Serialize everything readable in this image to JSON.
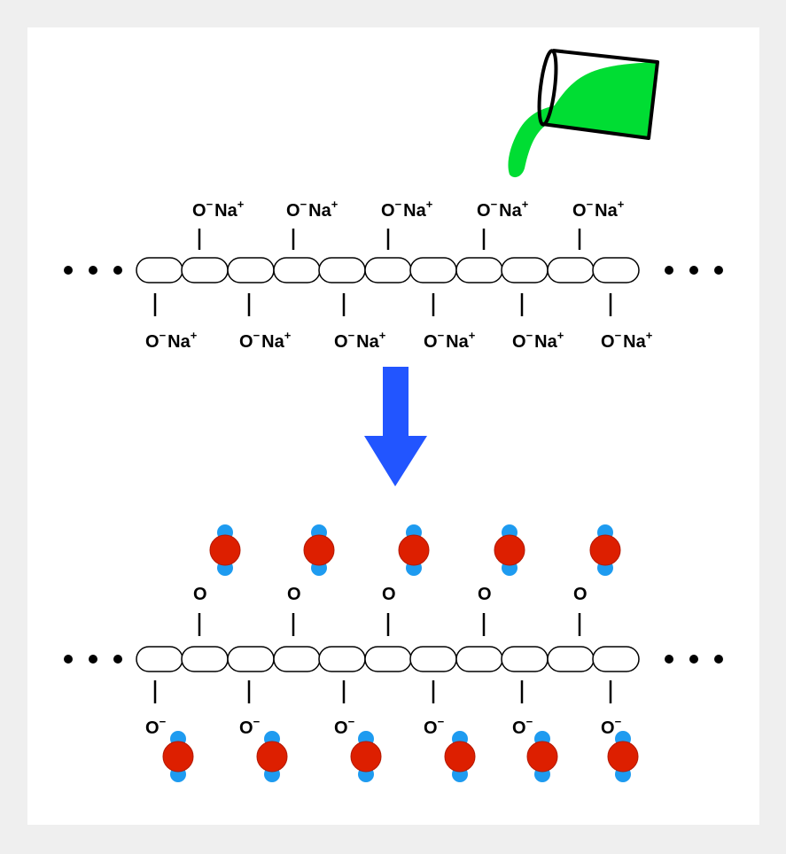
{
  "diagram": {
    "top_chain": {
      "upper_groups": [
        {
          "atom": "O",
          "charge": "−",
          "ion": "Na",
          "ion_charge": "+"
        },
        {
          "atom": "O",
          "charge": "−",
          "ion": "Na",
          "ion_charge": "+"
        },
        {
          "atom": "O",
          "charge": "−",
          "ion": "Na",
          "ion_charge": "+"
        },
        {
          "atom": "O",
          "charge": "−",
          "ion": "Na",
          "ion_charge": "+"
        },
        {
          "atom": "O",
          "charge": "−",
          "ion": "Na",
          "ion_charge": "+"
        }
      ],
      "lower_groups": [
        {
          "atom": "O",
          "charge": "−",
          "ion": "Na",
          "ion_charge": "+"
        },
        {
          "atom": "O",
          "charge": "−",
          "ion": "Na",
          "ion_charge": "+"
        },
        {
          "atom": "O",
          "charge": "−",
          "ion": "Na",
          "ion_charge": "+"
        },
        {
          "atom": "O",
          "charge": "−",
          "ion": "Na",
          "ion_charge": "+"
        },
        {
          "atom": "O",
          "charge": "−",
          "ion": "Na",
          "ion_charge": "+"
        },
        {
          "atom": "O",
          "charge": "−",
          "ion": "Na",
          "ion_charge": "+"
        }
      ]
    },
    "bottom_chain": {
      "upper_groups": [
        {
          "atom": "O",
          "charge": ""
        },
        {
          "atom": "O",
          "charge": ""
        },
        {
          "atom": "O",
          "charge": ""
        },
        {
          "atom": "O",
          "charge": ""
        },
        {
          "atom": "O",
          "charge": ""
        }
      ],
      "lower_groups": [
        {
          "atom": "O",
          "charge": "−"
        },
        {
          "atom": "O",
          "charge": "−"
        },
        {
          "atom": "O",
          "charge": "−"
        },
        {
          "atom": "O",
          "charge": "−"
        },
        {
          "atom": "O",
          "charge": "−"
        },
        {
          "atom": "O",
          "charge": "−"
        }
      ],
      "water_molecules_above": 5,
      "water_molecules_below": 6
    },
    "chain_segments": 11,
    "colors": {
      "background": "#efefef",
      "panel": "#ffffff",
      "liquid": "#00dd33",
      "arrow": "#2255ff",
      "oxygen": "#dd1f00",
      "hydrogen": "#1e9bf0",
      "ink": "#000000"
    },
    "icons": [
      "beaker-pouring-icon",
      "down-arrow-icon",
      "water-molecule-icon",
      "ellipsis-dots"
    ]
  }
}
